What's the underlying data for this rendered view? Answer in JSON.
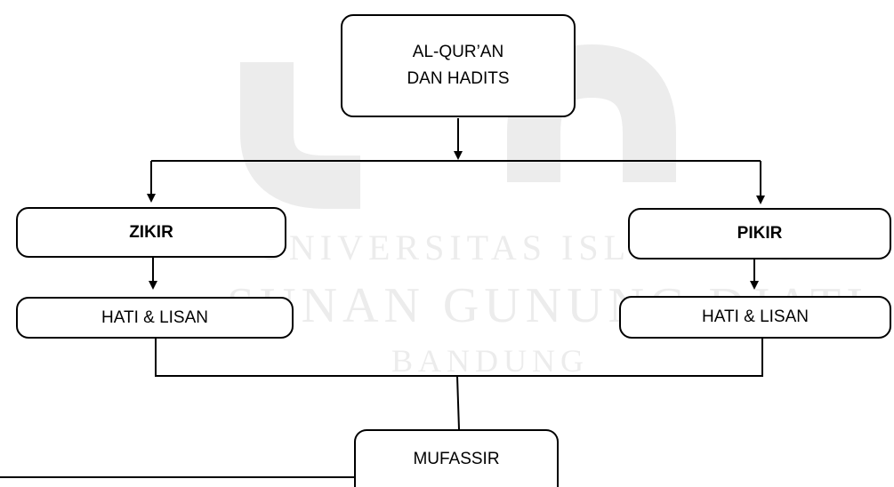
{
  "watermark": {
    "line1": "UNIVERSITAS ISLAM NEGERI",
    "line2": "SUNAN GUNUNG DJATI",
    "line3": "BANDUNG"
  },
  "nodes": {
    "source": {
      "line1": "AL-QUR’AN",
      "line2": "DAN HADITS"
    },
    "zikir": "ZIKIR",
    "pikir": "PIKIR",
    "zikir_sub": "HATI & LISAN",
    "pikir_sub": "HATI & LISAN",
    "result": "MUFASSIR"
  },
  "colors": {
    "stroke": "#000000",
    "watermark": "#ececec",
    "background": "#ffffff"
  }
}
